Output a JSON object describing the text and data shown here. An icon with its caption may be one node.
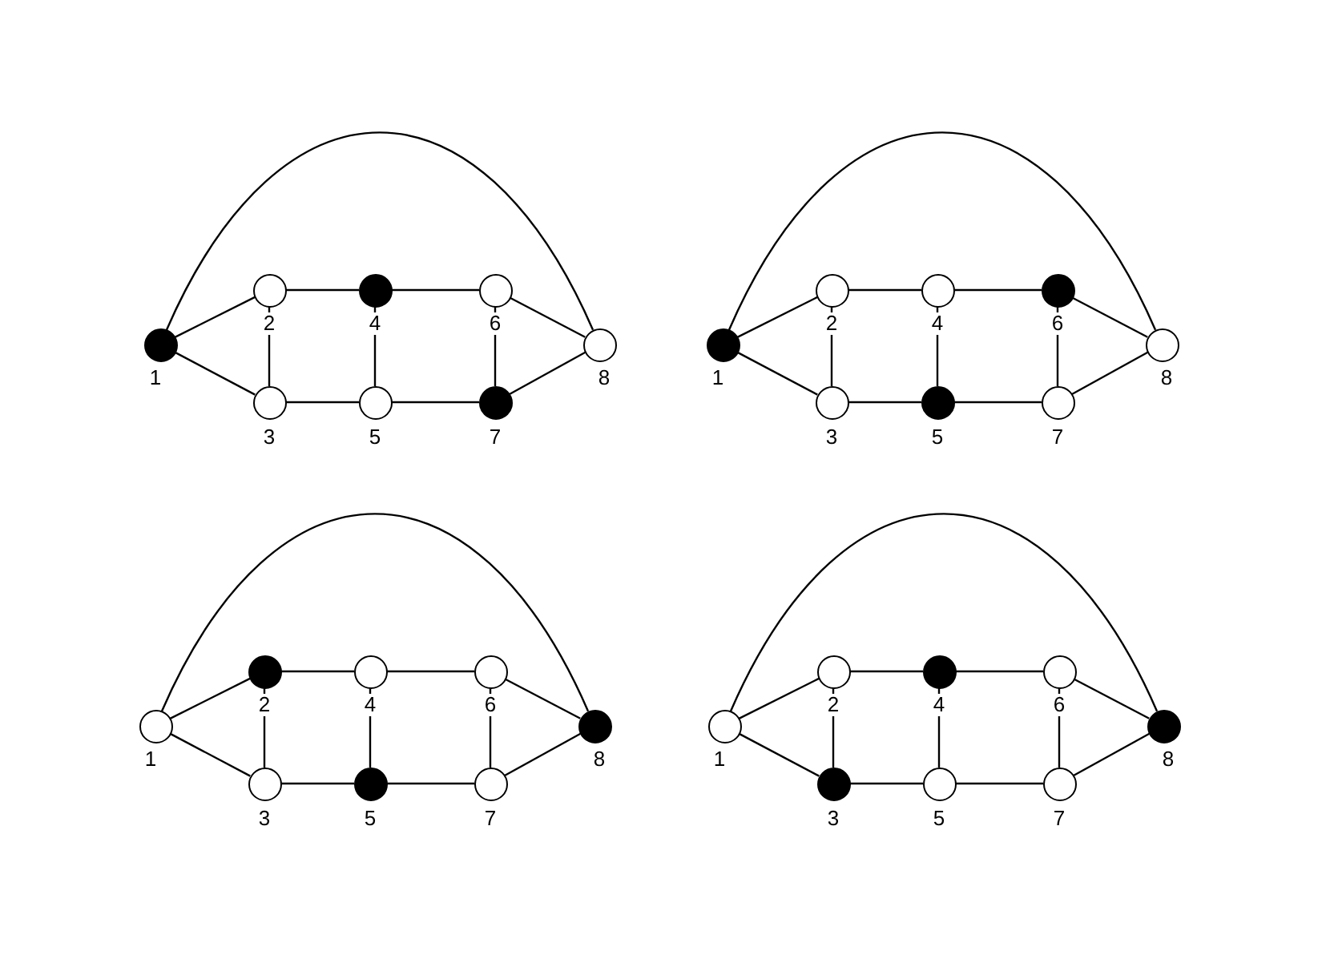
{
  "diagram": {
    "nodes": [
      {
        "text": [],
        "shape": "dot",
        "beside": [
          "1"
        ]
      },
      {
        "text": [],
        "shape": "circle",
        "beside": [
          "2"
        ]
      },
      {
        "text": [],
        "shape": "circle",
        "beside": [
          "3"
        ]
      },
      {
        "text": [],
        "shape": "dot",
        "beside": [
          "4"
        ]
      },
      {
        "text": [],
        "shape": "circle",
        "beside": [
          "5"
        ]
      },
      {
        "text": [],
        "shape": "circle",
        "beside": [
          "6"
        ]
      },
      {
        "text": [],
        "shape": "dot",
        "beside": [
          "7"
        ]
      },
      {
        "text": [],
        "shape": "circle",
        "beside": [
          "8"
        ]
      },
      {
        "text": [],
        "shape": "dot",
        "beside": [
          "1"
        ]
      },
      {
        "text": [],
        "shape": "circle",
        "beside": [
          "2"
        ]
      },
      {
        "text": [],
        "shape": "circle",
        "beside": [
          "3"
        ]
      },
      {
        "text": [],
        "shape": "circle",
        "beside": [
          "4"
        ]
      },
      {
        "text": [],
        "shape": "dot",
        "beside": [
          "5"
        ]
      },
      {
        "text": [],
        "shape": "dot",
        "beside": [
          "6"
        ]
      },
      {
        "text": [],
        "shape": "circle",
        "beside": [
          "7"
        ]
      },
      {
        "text": [],
        "shape": "circle",
        "beside": [
          "8"
        ]
      },
      {
        "text": [],
        "shape": "circle",
        "beside": [
          "1"
        ]
      },
      {
        "text": [],
        "shape": "dot",
        "beside": [
          "2"
        ]
      },
      {
        "text": [],
        "shape": "circle",
        "beside": [
          "3"
        ]
      },
      {
        "text": [],
        "shape": "circle",
        "beside": [
          "4"
        ]
      },
      {
        "text": [],
        "shape": "dot",
        "beside": [
          "5"
        ]
      },
      {
        "text": [],
        "shape": "circle",
        "beside": [
          "6"
        ]
      },
      {
        "text": [],
        "shape": "circle",
        "beside": [
          "7"
        ]
      },
      {
        "text": [],
        "shape": "dot",
        "beside": [
          "8"
        ]
      },
      {
        "text": [],
        "shape": "circle",
        "beside": [
          "1"
        ]
      },
      {
        "text": [],
        "shape": "circle",
        "beside": [
          "2"
        ]
      },
      {
        "text": [],
        "shape": "dot",
        "beside": [
          "3"
        ]
      },
      {
        "text": [],
        "shape": "dot",
        "beside": [
          "4"
        ]
      },
      {
        "text": [],
        "shape": "circle",
        "beside": [
          "5"
        ]
      },
      {
        "text": [],
        "shape": "circle",
        "beside": [
          "6"
        ]
      },
      {
        "text": [],
        "shape": "circle",
        "beside": [
          "7"
        ]
      },
      {
        "text": [],
        "shape": "dot",
        "beside": [
          "8"
        ]
      }
    ],
    "edges": [
      {
        "from": 0,
        "to": 7,
        "arrow": "none"
      },
      {
        "from": 0,
        "to": 1,
        "arrow": "none"
      },
      {
        "from": 0,
        "to": 2,
        "arrow": "none"
      },
      {
        "from": 1,
        "to": 3,
        "arrow": "none"
      },
      {
        "from": 3,
        "to": 5,
        "arrow": "none"
      },
      {
        "from": 5,
        "to": 7,
        "arrow": "none"
      },
      {
        "from": 1,
        "to": 2,
        "arrow": "none"
      },
      {
        "from": 3,
        "to": 4,
        "arrow": "none"
      },
      {
        "from": 5,
        "to": 6,
        "arrow": "none"
      },
      {
        "from": 2,
        "to": 4,
        "arrow": "none"
      },
      {
        "from": 4,
        "to": 6,
        "arrow": "none"
      },
      {
        "from": 6,
        "to": 7,
        "arrow": "none"
      },
      {
        "from": 8,
        "to": 15,
        "arrow": "none"
      },
      {
        "from": 8,
        "to": 9,
        "arrow": "none"
      },
      {
        "from": 8,
        "to": 10,
        "arrow": "none"
      },
      {
        "from": 9,
        "to": 11,
        "arrow": "none"
      },
      {
        "from": 11,
        "to": 13,
        "arrow": "none"
      },
      {
        "from": 13,
        "to": 15,
        "arrow": "none"
      },
      {
        "from": 9,
        "to": 10,
        "arrow": "none"
      },
      {
        "from": 11,
        "to": 12,
        "arrow": "none"
      },
      {
        "from": 13,
        "to": 14,
        "arrow": "none"
      },
      {
        "from": 10,
        "to": 12,
        "arrow": "none"
      },
      {
        "from": 12,
        "to": 14,
        "arrow": "none"
      },
      {
        "from": 14,
        "to": 15,
        "arrow": "none"
      },
      {
        "from": 16,
        "to": 23,
        "arrow": "none"
      },
      {
        "from": 16,
        "to": 17,
        "arrow": "none"
      },
      {
        "from": 16,
        "to": 18,
        "arrow": "none"
      },
      {
        "from": 17,
        "to": 19,
        "arrow": "none"
      },
      {
        "from": 19,
        "to": 21,
        "arrow": "none"
      },
      {
        "from": 21,
        "to": 23,
        "arrow": "none"
      },
      {
        "from": 17,
        "to": 18,
        "arrow": "none"
      },
      {
        "from": 19,
        "to": 20,
        "arrow": "none"
      },
      {
        "from": 21,
        "to": 22,
        "arrow": "none"
      },
      {
        "from": 18,
        "to": 20,
        "arrow": "none"
      },
      {
        "from": 20,
        "to": 22,
        "arrow": "none"
      },
      {
        "from": 22,
        "to": 23,
        "arrow": "none"
      },
      {
        "from": 24,
        "to": 31,
        "arrow": "none"
      },
      {
        "from": 24,
        "to": 25,
        "arrow": "none"
      },
      {
        "from": 24,
        "to": 26,
        "arrow": "none"
      },
      {
        "from": 25,
        "to": 27,
        "arrow": "none"
      },
      {
        "from": 27,
        "to": 29,
        "arrow": "none"
      },
      {
        "from": 29,
        "to": 31,
        "arrow": "none"
      },
      {
        "from": 25,
        "to": 26,
        "arrow": "none"
      },
      {
        "from": 27,
        "to": 28,
        "arrow": "none"
      },
      {
        "from": 29,
        "to": 30,
        "arrow": "none"
      },
      {
        "from": 26,
        "to": 28,
        "arrow": "none"
      },
      {
        "from": 28,
        "to": 30,
        "arrow": "none"
      },
      {
        "from": 30,
        "to": 31,
        "arrow": "none"
      }
    ]
  }
}
